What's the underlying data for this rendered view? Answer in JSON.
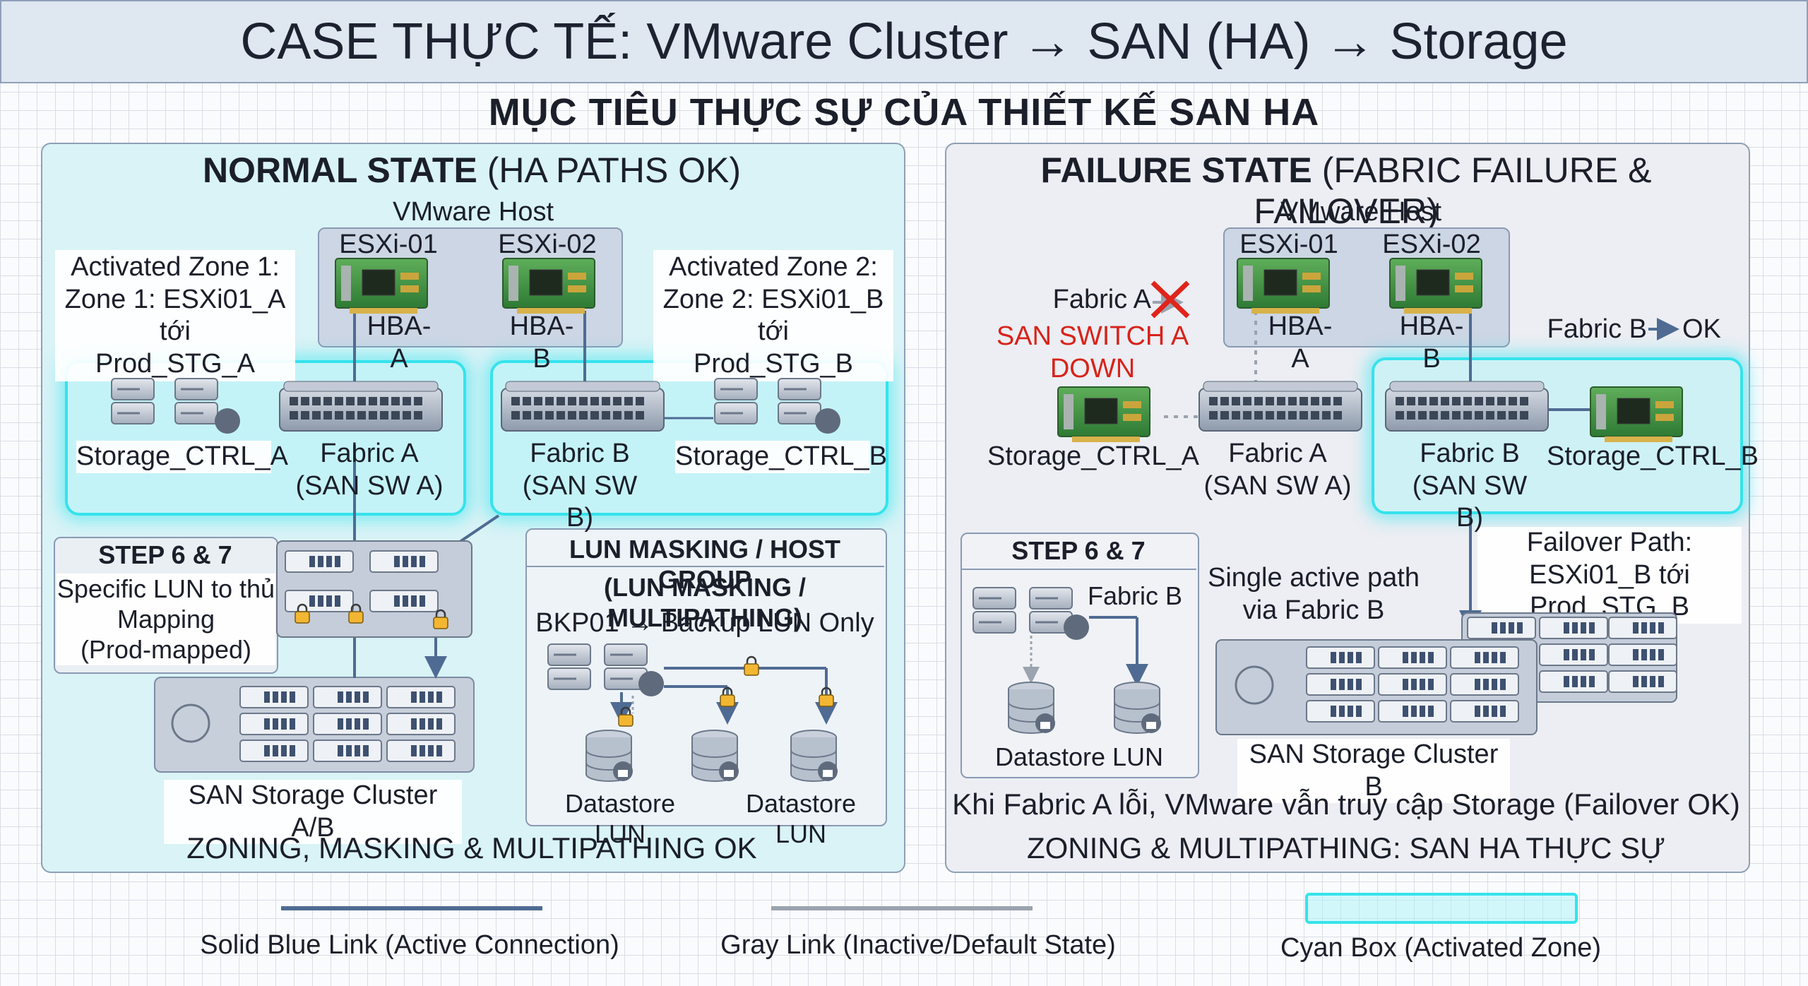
{
  "header": {
    "title": "CASE THỰC TẾ: VMware Cluster → SAN (HA) → Storage"
  },
  "subtitle": "MỤC TIÊU THỰC SỰ CỦA THIẾT KẾ SAN HA",
  "normal": {
    "title_bold": "NORMAL STATE",
    "title_rest": " (HA PATHS OK)",
    "host_label": "VMware Host",
    "esxi1": "ESXi-01",
    "esxi2": "ESXi-02",
    "hba_a": "HBA-A",
    "hba_b": "HBA-B",
    "zone1": [
      "Activated Zone 1:",
      "Zone 1: ESXi01_A tới",
      "Prod_STG_A"
    ],
    "zone2": [
      "Activated Zone 2:",
      "Zone 2: ESXi01_B tới",
      "Prod_STG_B"
    ],
    "storage_ctrl_a": "Storage_CTRL_A",
    "fabric_a": [
      "Fabric A",
      "(SAN SW A)"
    ],
    "fabric_b": [
      "Fabric B",
      "(SAN SW B)"
    ],
    "storage_ctrl_b": "Storage_CTRL_B",
    "step": {
      "title": "STEP 6 & 7",
      "lines": [
        "Specific LUN to thủ",
        "Mapping",
        "(Prod-mapped)"
      ]
    },
    "lun_masking": {
      "title": "LUN MASKING / HOST GROUP",
      "subtitle": "(LUN MASKING / MULTIPATHING)",
      "rule": "BKP01 → Backup LUN Only"
    },
    "datastore1": "Datastore LUN",
    "datastore2": "Datastore LUN",
    "san_cluster": "SAN Storage Cluster A/B",
    "footer": "ZONING, MASKING & MULTIPATHING OK"
  },
  "failure": {
    "title_bold": "FAILURE STATE",
    "title_rest": " (FABRIC FAILURE & FAILOVER)",
    "host_label": "VMware Host",
    "esxi1": "ESXi-01",
    "esxi2": "ESXi-02",
    "hba_a": "HBA-A",
    "hba_b": "HBA-B",
    "fabric_a_status": "Fabric A",
    "switch_down": "SAN SWITCH A DOWN",
    "fabric_b_status": "Fabric B",
    "ok": "OK",
    "storage_ctrl_a": "Storage_CTRL_A",
    "fabric_a": [
      "Fabric A",
      "(SAN SW A)"
    ],
    "fabric_b": [
      "Fabric B",
      "(SAN SW B)"
    ],
    "storage_ctrl_b": "Storage_CTRL_B",
    "step": {
      "title": "STEP 6 & 7",
      "fabric": "Fabric B"
    },
    "datastore": "Datastore LUN",
    "single_path": [
      "Single active path",
      "via Fabric B"
    ],
    "failover_path": [
      "Failover Path:",
      "ESXi01_B tới Prod_STG_B"
    ],
    "san_cluster": "SAN Storage Cluster B",
    "summary": "Khi Fabric A lỗi, VMware vẫn truy cập Storage (Failover OK)",
    "footer": "ZONING & MULTIPATHING: SAN HA THỰC SỰ"
  },
  "legend": {
    "solid": "Solid Blue Link (Active Connection)",
    "gray": "Gray Link (Inactive/Default State)",
    "cyan": "Cyan Box (Activated Zone)"
  },
  "colors": {
    "active_link": "#4f6b93",
    "inactive_link": "#9aa3ae",
    "zone": "#35e3ec",
    "alert": "#e0241b"
  }
}
